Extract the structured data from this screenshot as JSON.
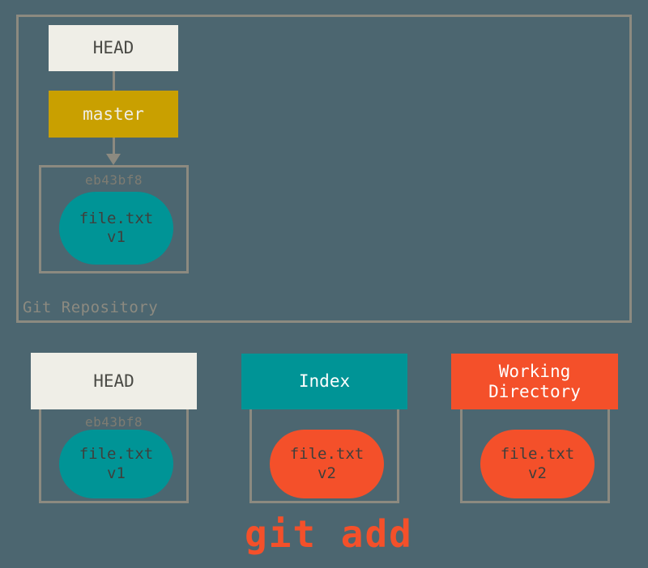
{
  "diagram": {
    "title": "Git Repository",
    "background_color": "#4c6670",
    "palette": {
      "border": "#8c8a80",
      "head": "#efeee7",
      "branch": "#c9a000",
      "index": "#009496",
      "working_directory": "#f4502a",
      "hash_text": "#7e7c72"
    }
  },
  "repository": {
    "label": "Git Repository",
    "head_label": "HEAD",
    "branch_label": "master",
    "commit": {
      "hash": "eb43bf8",
      "file_name": "file.txt",
      "file_version": "v1"
    }
  },
  "areas": [
    {
      "name": "head",
      "header_label": "HEAD",
      "hash": "eb43bf8",
      "file_name": "file.txt",
      "file_version": "v1",
      "header_color": "#efeee7",
      "blob_color": "#009496"
    },
    {
      "name": "index",
      "header_label": "Index",
      "hash": "",
      "file_name": "file.txt",
      "file_version": "v2",
      "header_color": "#009496",
      "blob_color": "#f4502a"
    },
    {
      "name": "working-directory",
      "header_label_line1": "Working",
      "header_label_line2": "Directory",
      "hash": "",
      "file_name": "file.txt",
      "file_version": "v2",
      "header_color": "#f4502a",
      "blob_color": "#f4502a"
    }
  ],
  "command": {
    "text": "git add"
  }
}
